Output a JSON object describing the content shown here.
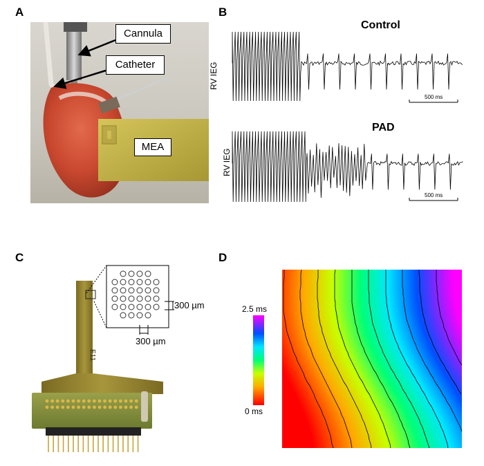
{
  "panels": {
    "a": {
      "letter": "A",
      "callouts": {
        "cannula": "Cannula",
        "catheter": "Catheter",
        "mea": "MEA"
      }
    },
    "b": {
      "letter": "B",
      "traces": [
        {
          "title": "Control",
          "ylabel": "RV IEG",
          "scalebar": "500 ms"
        },
        {
          "title": "PAD",
          "ylabel": "RV IEG",
          "scalebar": "500 ms"
        }
      ]
    },
    "c": {
      "letter": "C",
      "spacing_vertical": "300 µm",
      "spacing_horizontal": "300 µm",
      "ribbon_marking": "E11"
    },
    "d": {
      "letter": "D",
      "colorbar_max": "2.5 ms",
      "colorbar_min": "0 ms"
    }
  },
  "colors": {
    "heart": "#c8472e",
    "mea_board": "#b8a840",
    "ribbon": "#8a7a2a"
  }
}
